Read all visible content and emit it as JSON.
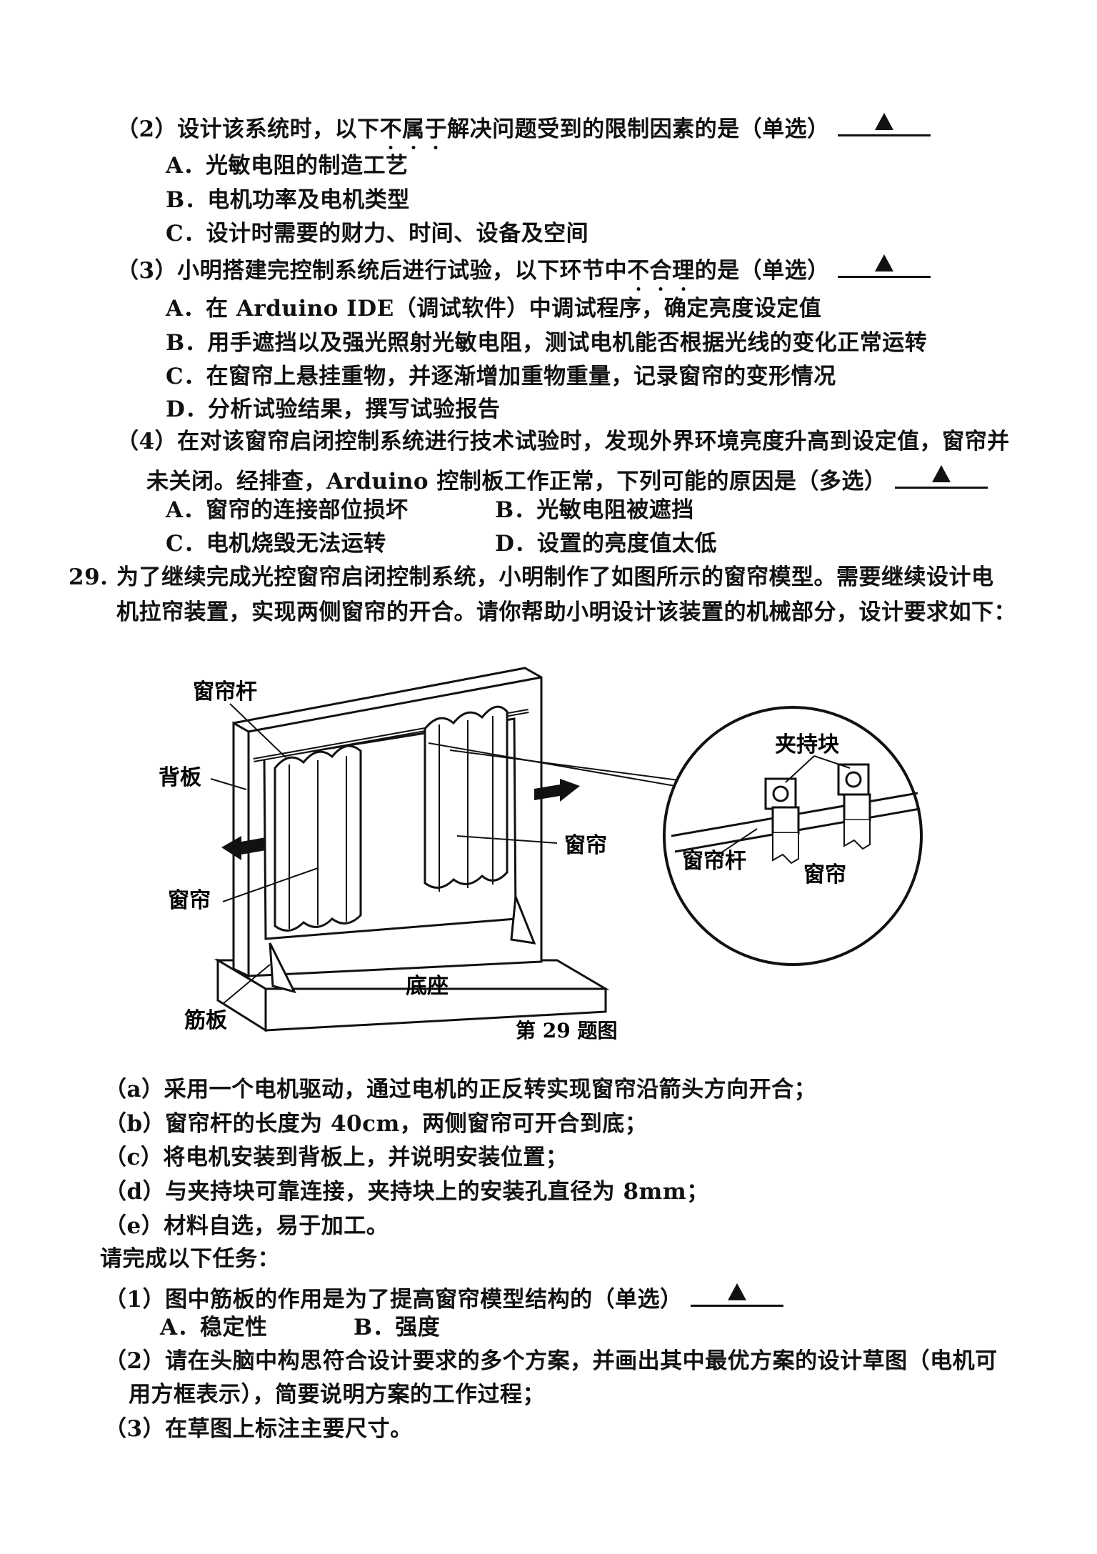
{
  "q28": {
    "p2": {
      "pre": "（2）设计该系统时，以下",
      "emph1": "不",
      "emph2": "属",
      "emph3": "于",
      "post": "解决问题受到的限制因素的是（单选）",
      "options": [
        "A．光敏电阻的制造工艺",
        "B．电机功率及电机类型",
        "C．设计时需要的财力、时间、设备及空间"
      ]
    },
    "p3": {
      "pre": "（3）小明搭建完控制系统后进行试验，以下环节中",
      "emph1": "不",
      "emph2": "合",
      "emph3": "理",
      "post": "的是（单选）",
      "options": [
        "A．在 Arduino IDE（调试软件）中调试程序，确定亮度设定值",
        "B．用手遮挡以及强光照射光敏电阻，测试电机能否根据光线的变化正常运转",
        "C．在窗帘上悬挂重物，并逐渐增加重物重量，记录窗帘的变形情况",
        "D．分析试验结果，撰写试验报告"
      ]
    },
    "p4": {
      "line1": "（4）在对该窗帘启闭控制系统进行技术试验时，发现外界环境亮度升高到设定值，窗帘并",
      "line2": "未关闭。经排查，Arduino 控制板工作正常，下列可能的原因是（多选）",
      "options": [
        "A．窗帘的连接部位损坏",
        "B．光敏电阻被遮挡",
        "C．电机烧毁无法运转",
        "D．设置的亮度值太低"
      ]
    }
  },
  "q29": {
    "number": "29.",
    "intro1": "为了继续完成光控窗帘启闭控制系统，小明制作了如图所示的窗帘模型。需要继续设计电",
    "intro2": "机拉帘装置，实现两侧窗帘的开合。请你帮助小明设计该装置的机械部分，设计要求如下：",
    "figure": {
      "labels": {
        "rod": "窗帘杆",
        "backboard": "背板",
        "curtain_left": "窗帘",
        "curtain_right": "窗帘",
        "base": "底座",
        "rib": "筋板",
        "clamp": "夹持块",
        "zoom_rod": "窗帘杆",
        "zoom_curtain": "窗帘"
      },
      "caption": "第 29 题图"
    },
    "requirements": [
      "（a）采用一个电机驱动，通过电机的正反转实现窗帘沿箭头方向开合；",
      "（b）窗帘杆的长度为 40cm，两侧窗帘可开合到底；",
      "（c）将电机安装到背板上，并说明安装位置；",
      "（d）与夹持块可靠连接，夹持块上的安装孔直径为 8mm；",
      "（e）材料自选，易于加工。"
    ],
    "task_intro": "请完成以下任务：",
    "t1": {
      "text": "（1）图中筋板的作用是为了提高窗帘模型结构的（单选）",
      "options": [
        "A．稳定性",
        "B．强度"
      ]
    },
    "t2_line1": "（2）请在头脑中构思符合设计要求的多个方案，并画出其中最优方案的设计草图（电机可",
    "t2_line2": "用方框表示），简要说明方案的工作过程；",
    "t3": "（3）在草图上标注主要尺寸。"
  }
}
